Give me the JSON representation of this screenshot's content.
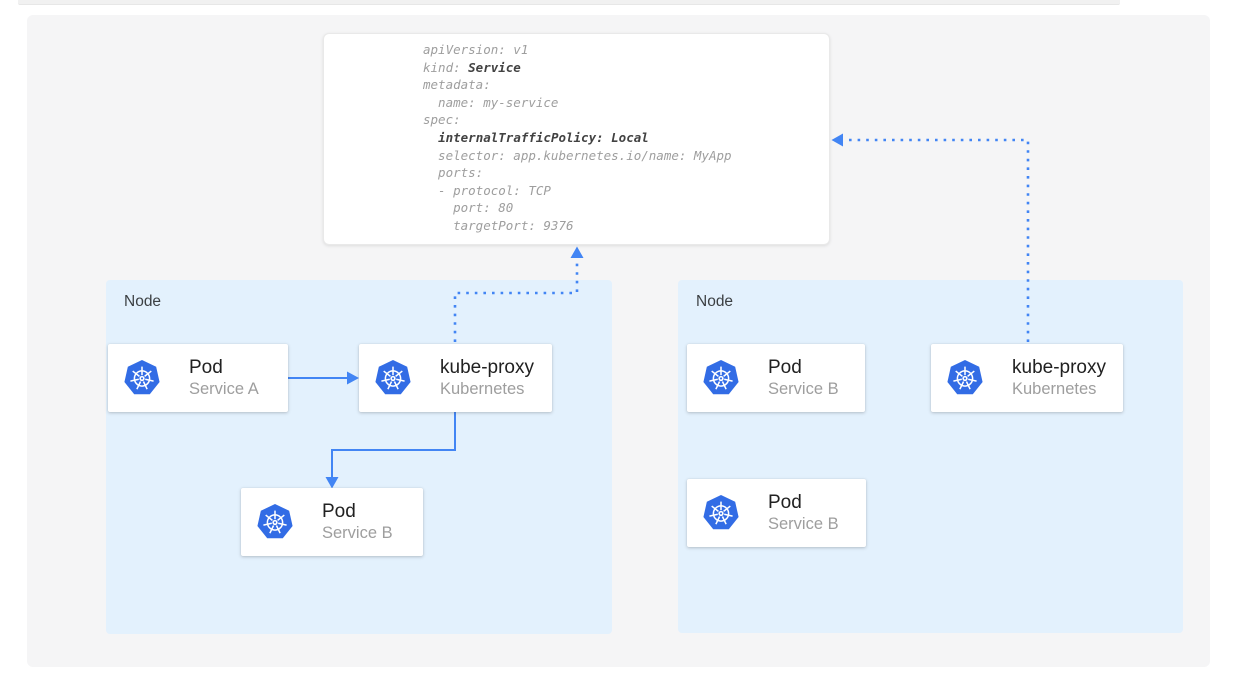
{
  "colors": {
    "accent_blue": "#4285f4",
    "kubernetes_blue": "#326ce5",
    "node_fill": "#e3f1fd",
    "canvas_fill": "#f5f5f6",
    "code_text": "#9e9e9e",
    "code_bold_text": "#424242",
    "title_text": "#212121",
    "subtitle_text": "#9e9e9e"
  },
  "code_panel": {
    "lines": [
      [
        {
          "t": "apiVersion: v1"
        }
      ],
      [
        {
          "t": "kind: "
        },
        {
          "t": "Service",
          "b": true
        }
      ],
      [
        {
          "t": "metadata:"
        }
      ],
      [
        {
          "t": "  name: my-service"
        }
      ],
      [
        {
          "t": "spec:"
        }
      ],
      [
        {
          "t": "  "
        },
        {
          "t": "internalTrafficPolicy: Local",
          "b": true
        }
      ],
      [
        {
          "t": "  selector: app.kubernetes.io/name: MyApp"
        }
      ],
      [
        {
          "t": "  ports:"
        }
      ],
      [
        {
          "t": "  - protocol: TCP"
        }
      ],
      [
        {
          "t": "    port: 80"
        }
      ],
      [
        {
          "t": "    targetPort: 9376"
        }
      ]
    ]
  },
  "nodes": [
    {
      "label": "Node"
    },
    {
      "label": "Node"
    }
  ],
  "boxes": {
    "pod_a": {
      "title": "Pod",
      "subtitle": "Service A",
      "icon": "kubernetes-wheel-icon"
    },
    "kube_proxy_left": {
      "title": "kube-proxy",
      "subtitle": "Kubernetes",
      "icon": "kubernetes-wheel-icon"
    },
    "pod_b_left": {
      "title": "Pod",
      "subtitle": "Service B",
      "icon": "kubernetes-wheel-icon"
    },
    "pod_b_right_top": {
      "title": "Pod",
      "subtitle": "Service B",
      "icon": "kubernetes-wheel-icon"
    },
    "kube_proxy_right": {
      "title": "kube-proxy",
      "subtitle": "Kubernetes",
      "icon": "kubernetes-wheel-icon"
    },
    "pod_b_right_bottom": {
      "title": "Pod",
      "subtitle": "Service B",
      "icon": "kubernetes-wheel-icon"
    }
  },
  "connections": [
    {
      "from": "pod_a",
      "to": "kube_proxy_left",
      "style": "solid-arrow"
    },
    {
      "from": "kube_proxy_left",
      "to": "pod_b_left",
      "style": "solid-arrow"
    },
    {
      "from": "kube_proxy_left",
      "to": "service-yaml",
      "style": "dotted-arrow"
    },
    {
      "from": "kube_proxy_right",
      "to": "service-yaml",
      "style": "dotted-arrow"
    }
  ]
}
